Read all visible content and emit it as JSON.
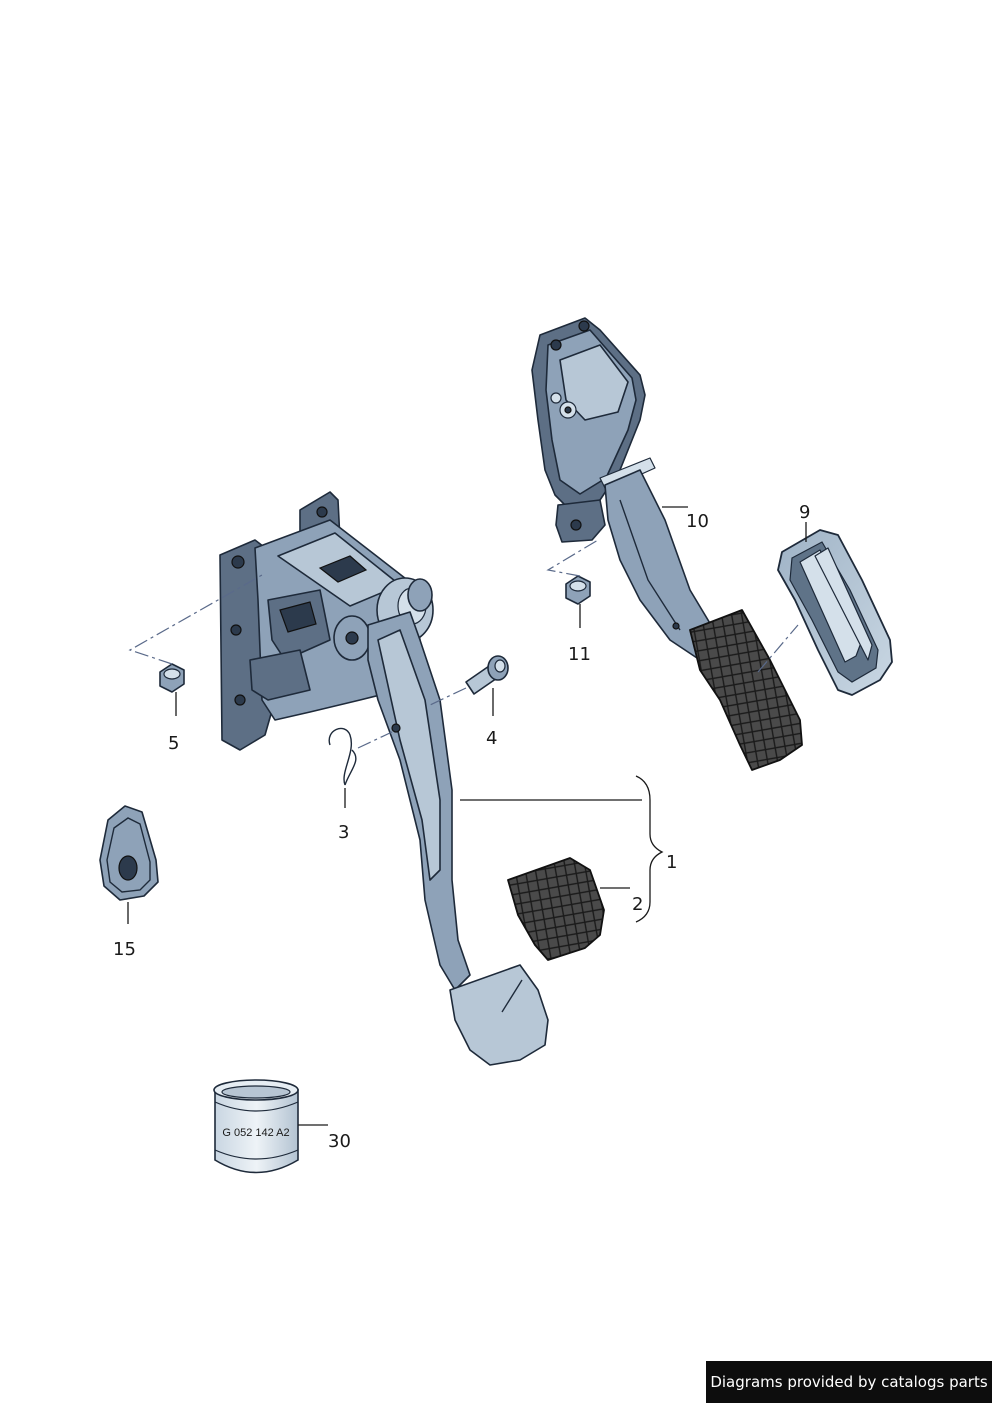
{
  "callouts": {
    "c1": "1",
    "c2": "2",
    "c3": "3",
    "c4": "4",
    "c5": "5",
    "c9": "9",
    "c10": "10",
    "c11": "11",
    "c15": "15",
    "c30": "30"
  },
  "bushing_marking": "G 052 142 A2",
  "footer": {
    "text": "Diagrams provided by catalogs parts"
  },
  "colors": {
    "metal": "#8ea2b8",
    "metal_dark": "#5d6f85",
    "rubber": "#3a3a3a",
    "footer_bg": "#0d0d0d"
  }
}
